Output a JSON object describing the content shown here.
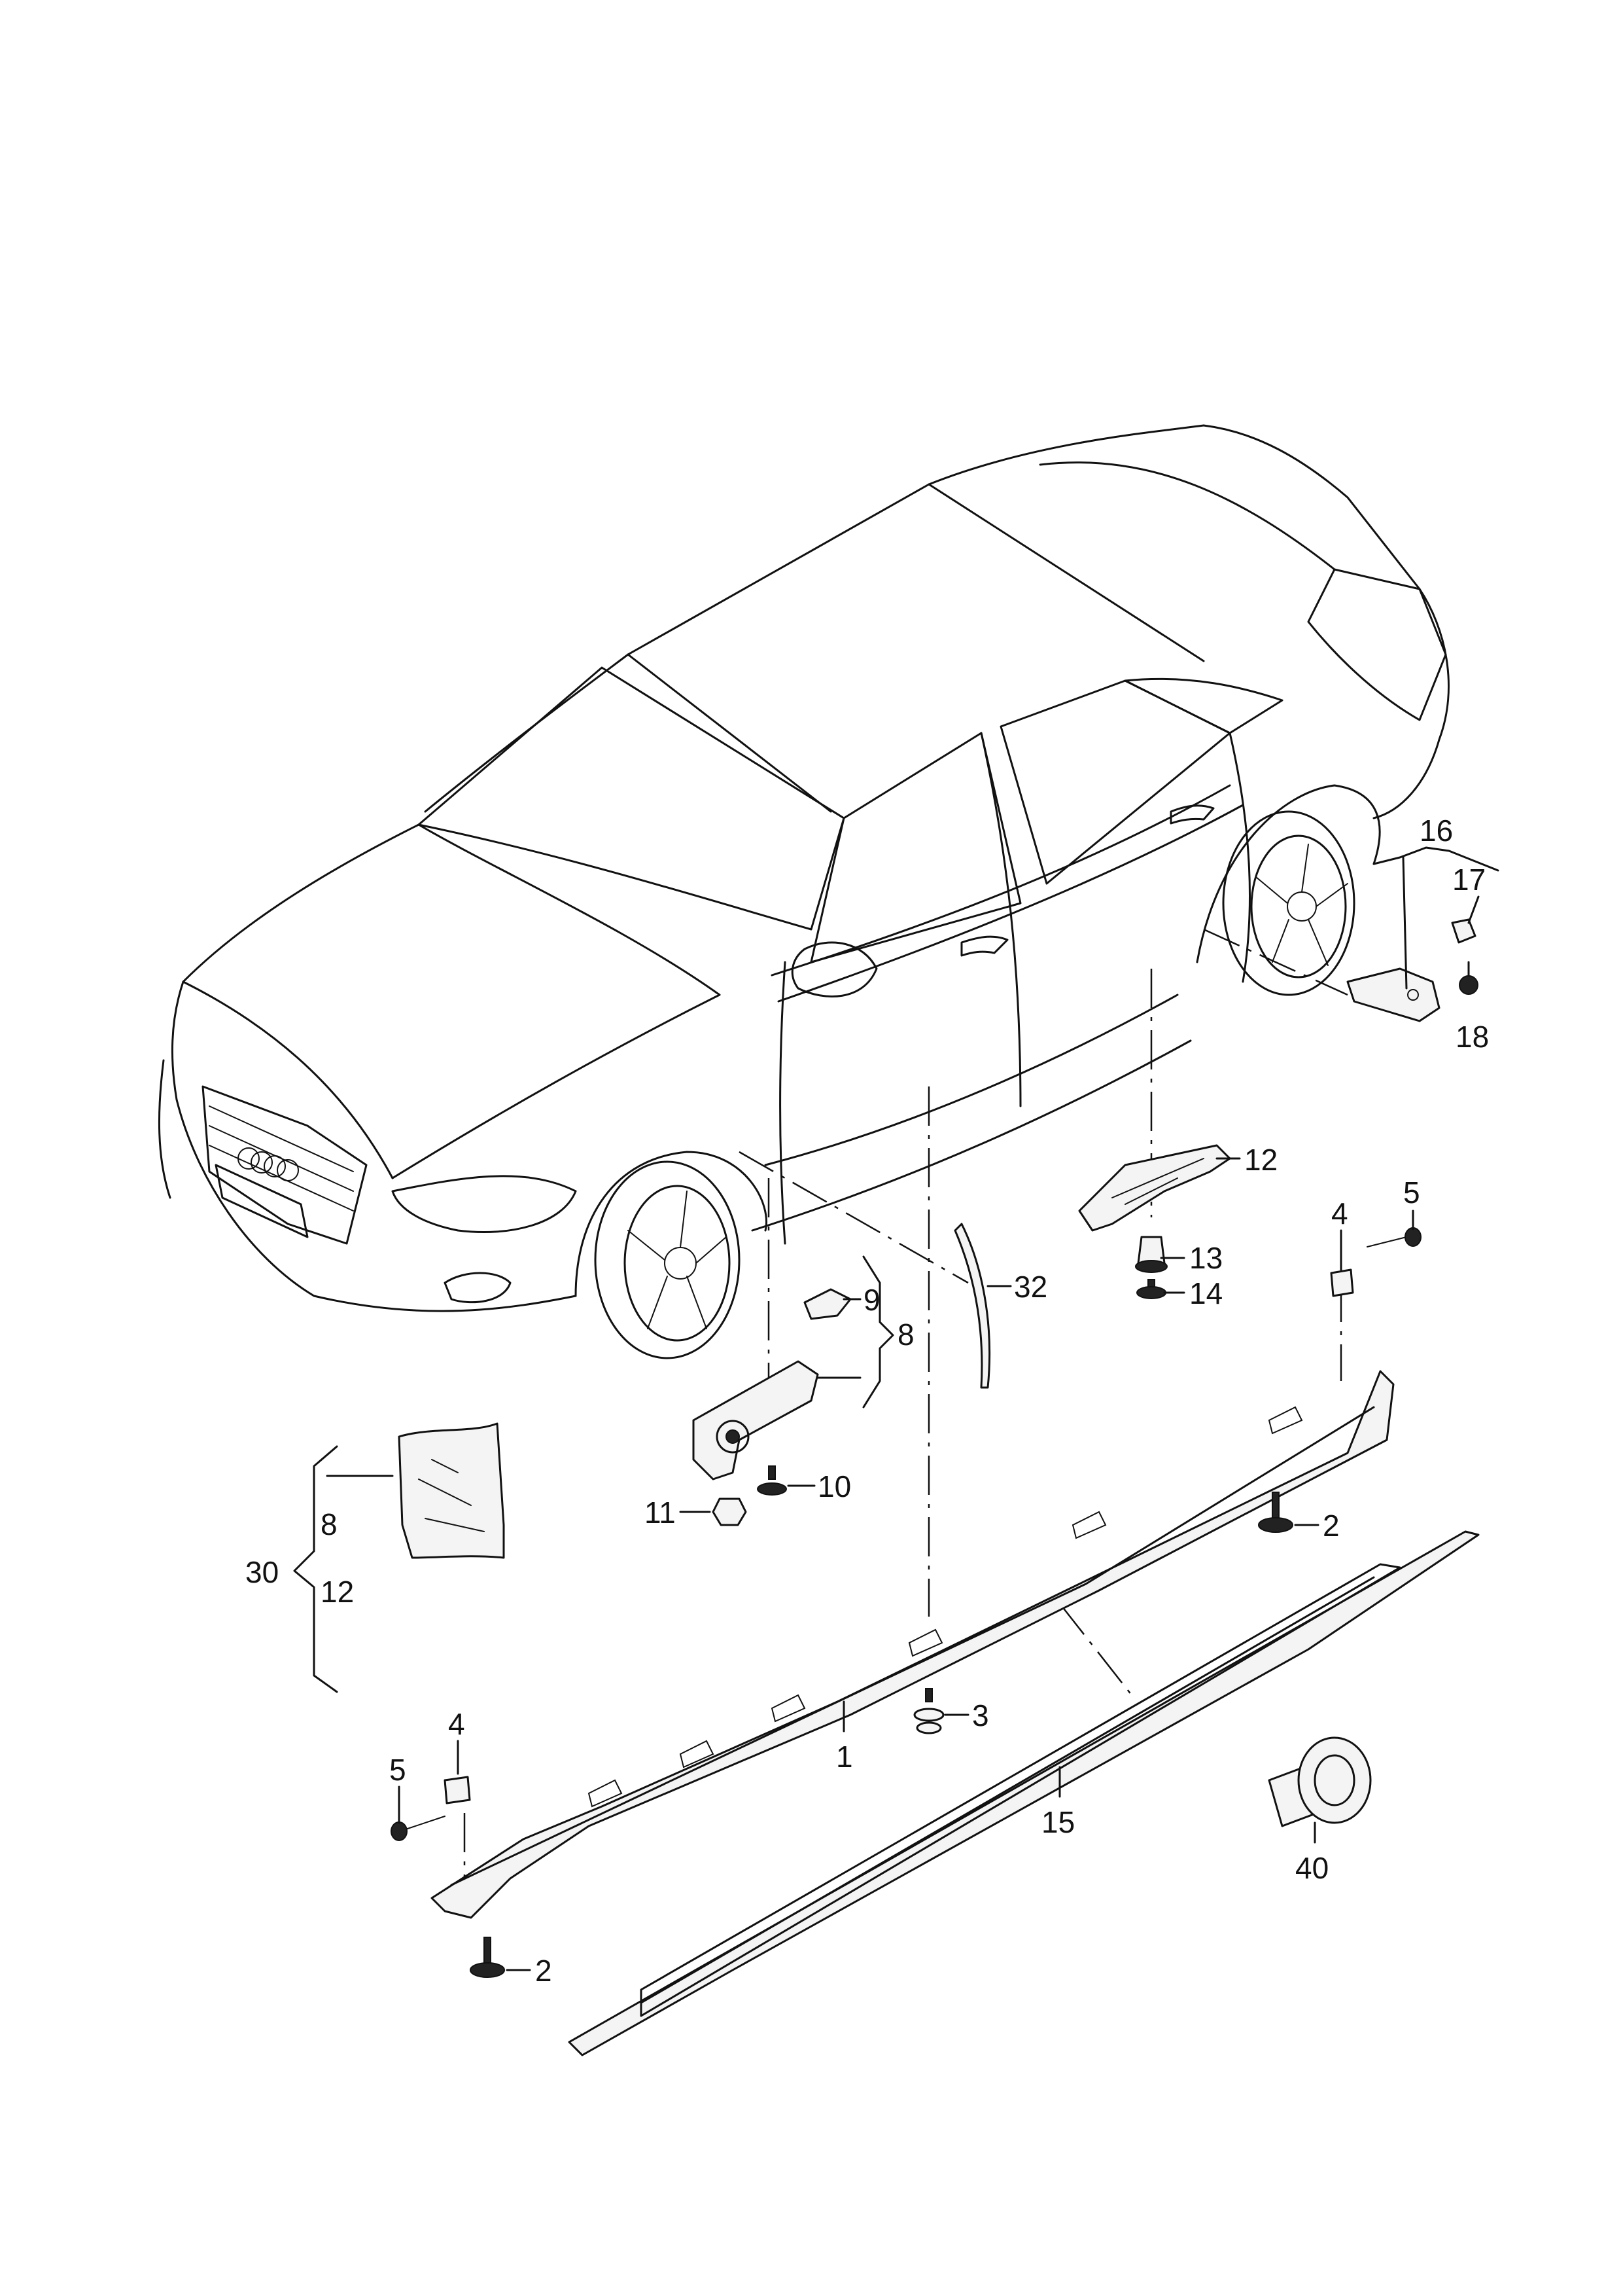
{
  "callouts": {
    "c1": "1",
    "c2a": "2",
    "c2b": "2",
    "c3": "3",
    "c4a": "4",
    "c4b": "4",
    "c5a": "5",
    "c5b": "5",
    "c8a": "8",
    "c8b": "8",
    "c9": "9",
    "c10": "10",
    "c11": "11",
    "c12a": "12",
    "c12b": "12",
    "c13": "13",
    "c14": "14",
    "c15": "15",
    "c16": "16",
    "c17": "17",
    "c18": "18",
    "c30": "30",
    "c32": "32",
    "c40": "40"
  }
}
